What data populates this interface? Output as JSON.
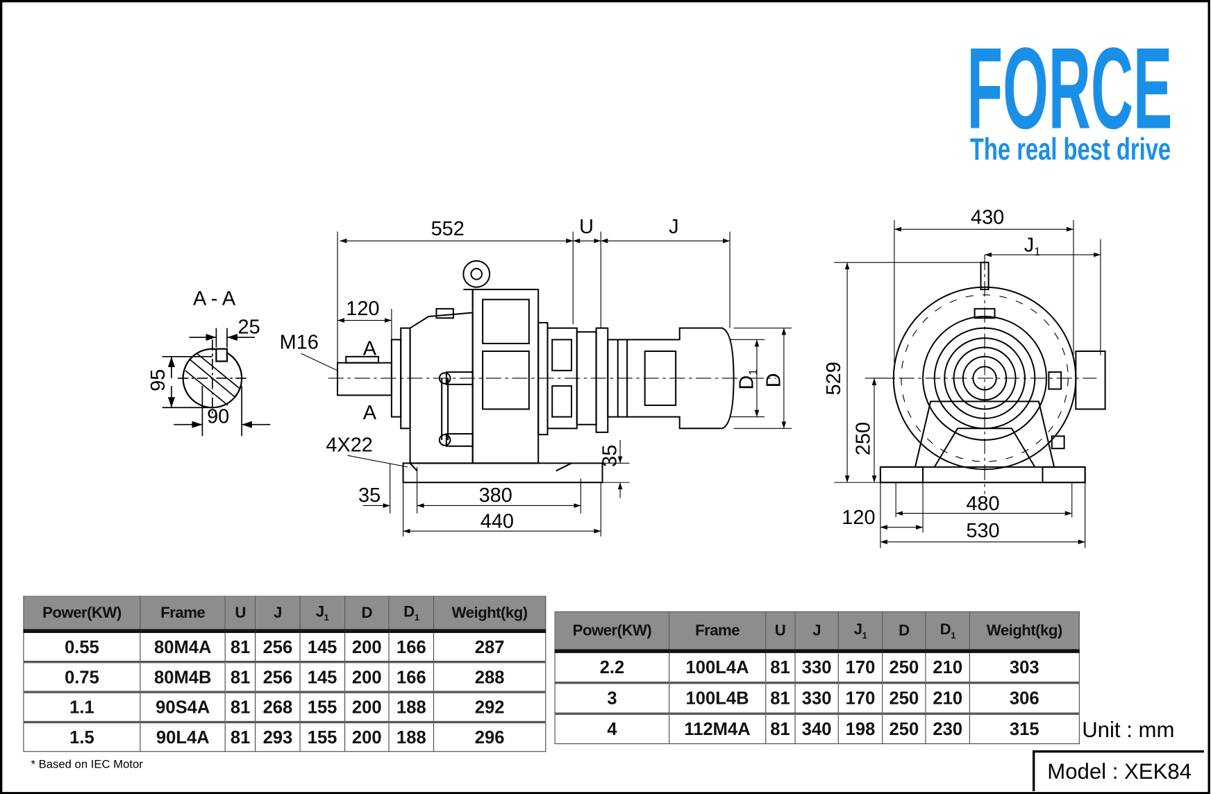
{
  "brand": {
    "name": "FORCE",
    "tagline": "The real best drive",
    "color": "#1a8fe8"
  },
  "section_view": {
    "title": "A - A",
    "keyway_width": "25",
    "shaft_height": "95",
    "shaft_dia": "90"
  },
  "side_view": {
    "overall": "552",
    "u": "U",
    "j": "J",
    "shaft_length": "120",
    "thread": "M16",
    "section_mark": "A",
    "holes": "4X22",
    "foot_edge": "35",
    "foot_holes_spacing": "380",
    "foot_length": "440",
    "foot_thickness": "35",
    "d1": "D1",
    "d": "D"
  },
  "front_view": {
    "width_top": "430",
    "j1": "J1",
    "height": "529",
    "centre_height": "250",
    "foot_holes_spacing": "480",
    "foot_width": "530",
    "foot_edge": "120"
  },
  "tables": {
    "headers": [
      "Power(KW)",
      "Frame",
      "U",
      "J",
      "J1",
      "D",
      "D1",
      "Weight(kg)"
    ],
    "table1": [
      [
        "0.55",
        "80M4A",
        "81",
        "256",
        "145",
        "200",
        "166",
        "287"
      ],
      [
        "0.75",
        "80M4B",
        "81",
        "256",
        "145",
        "200",
        "166",
        "288"
      ],
      [
        "1.1",
        "90S4A",
        "81",
        "268",
        "155",
        "200",
        "188",
        "292"
      ],
      [
        "1.5",
        "90L4A",
        "81",
        "293",
        "155",
        "200",
        "188",
        "296"
      ]
    ],
    "table2": [
      [
        "2.2",
        "100L4A",
        "81",
        "330",
        "170",
        "250",
        "210",
        "303"
      ],
      [
        "3",
        "100L4B",
        "81",
        "330",
        "170",
        "250",
        "210",
        "306"
      ],
      [
        "4",
        "112M4A",
        "81",
        "340",
        "198",
        "250",
        "230",
        "315"
      ]
    ]
  },
  "note": "* Based on IEC Motor",
  "unit": "Unit : mm",
  "model": "Model : XEK84"
}
